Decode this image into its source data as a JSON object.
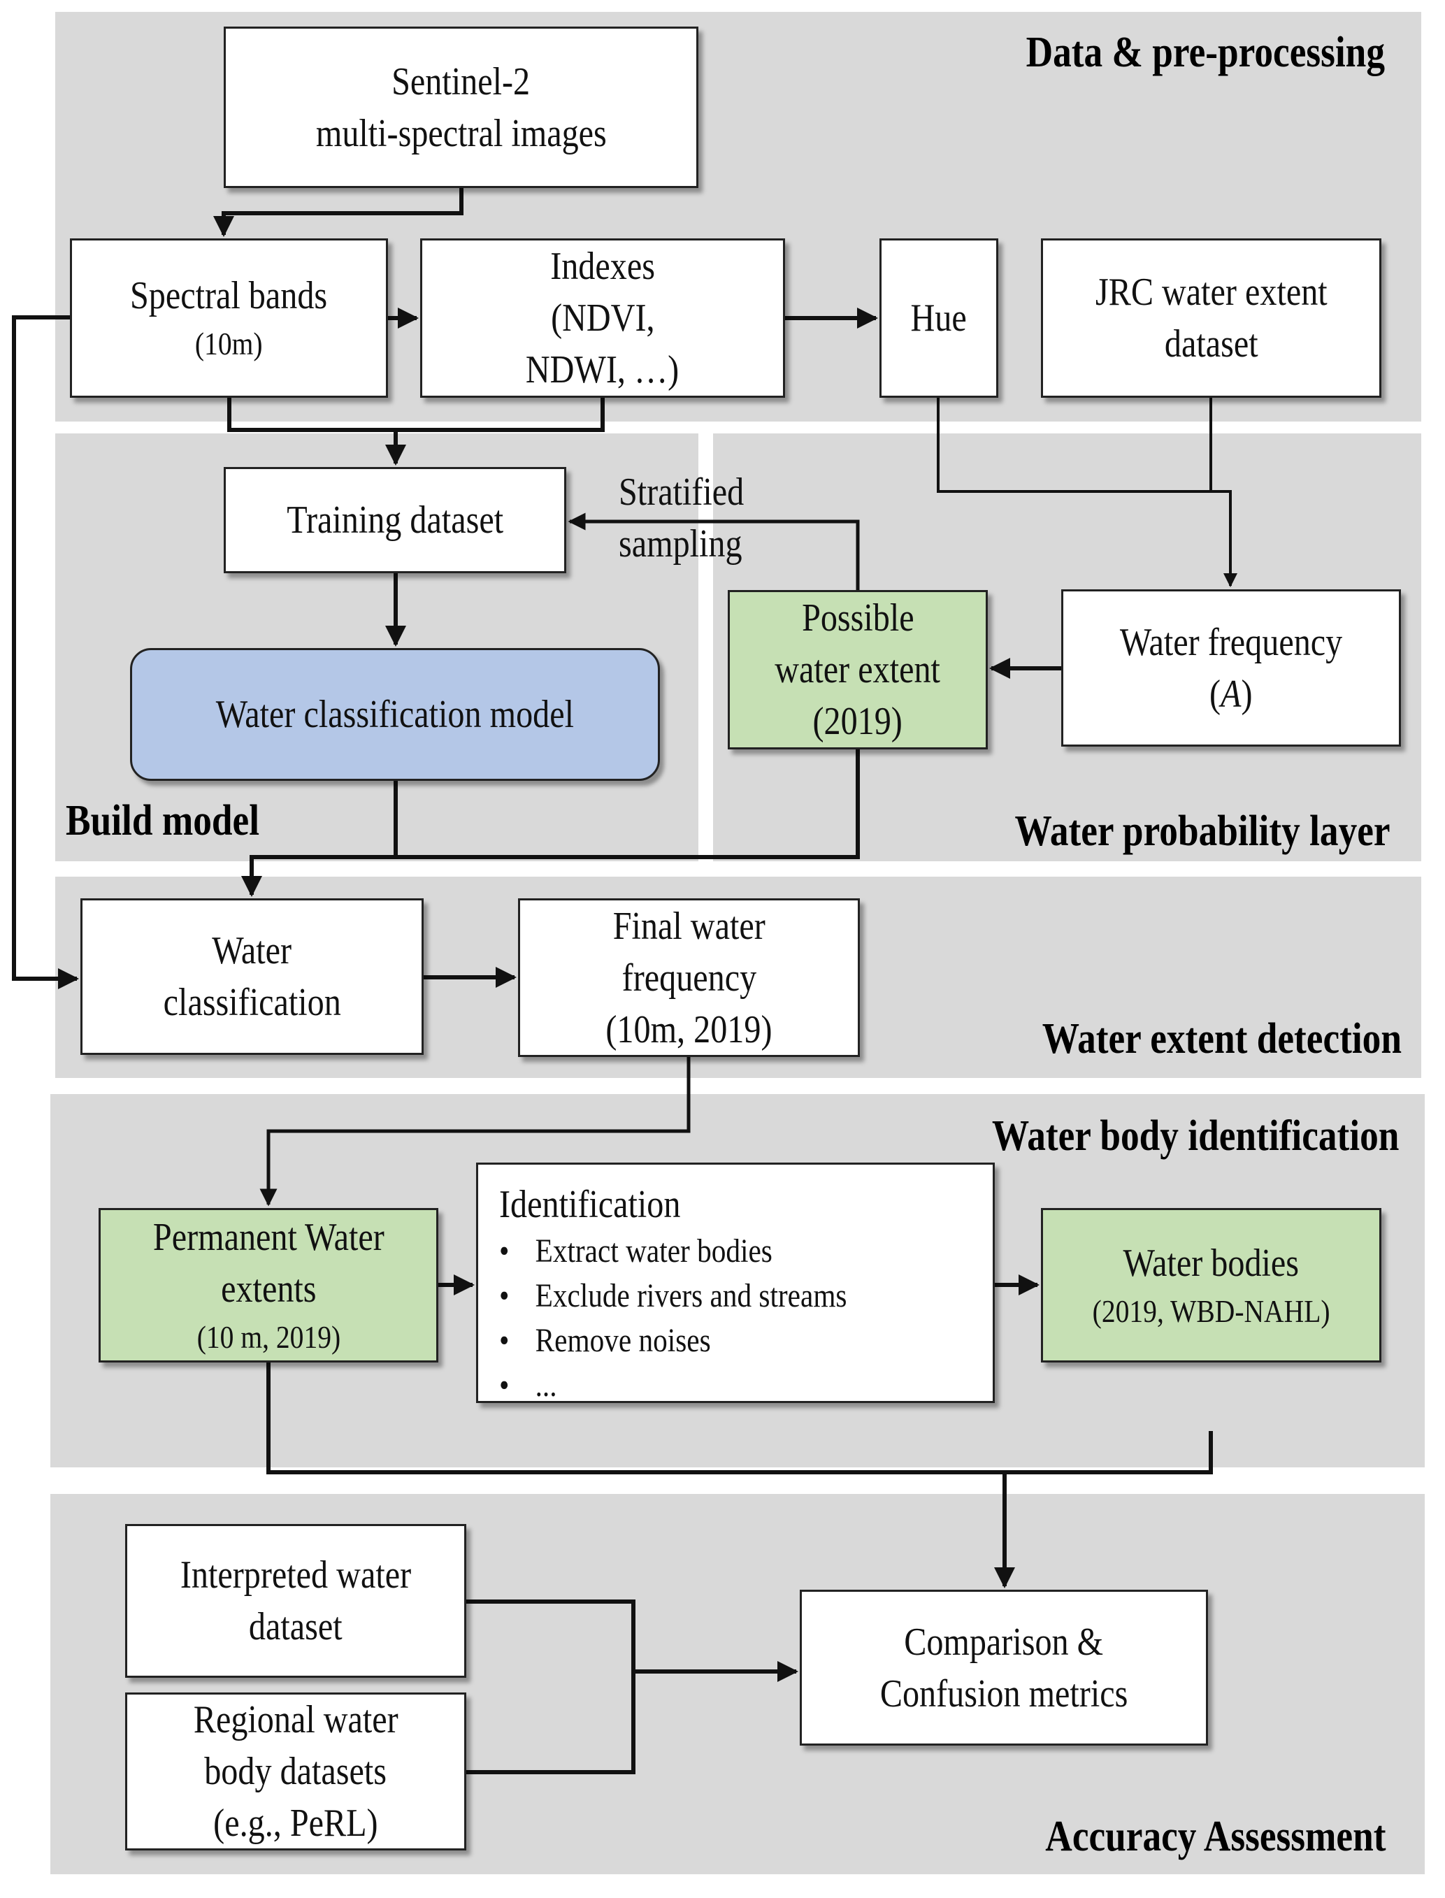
{
  "panels": {
    "data_preprocessing": "Data & pre-processing",
    "build_model": "Build model",
    "water_probability_layer": "Water probability layer",
    "water_extent_detection": "Water extent detection",
    "water_body_identification": "Water body identification",
    "accuracy_assessment": "Accuracy Assessment"
  },
  "nodes": {
    "sentinel": [
      "Sentinel-2",
      "multi-spectral images"
    ],
    "spectral_bands": [
      "Spectral bands",
      "(10m)"
    ],
    "indexes": [
      "Indexes",
      "(NDVI,",
      "NDWI, …)"
    ],
    "hue": [
      "Hue"
    ],
    "jrc": [
      "JRC water extent",
      "dataset"
    ],
    "training_dataset": [
      "Training dataset"
    ],
    "water_classification_model": [
      "Water classification model"
    ],
    "possible_water_extent": [
      "Possible",
      "water extent",
      "(2019)"
    ],
    "water_frequency": [
      "Water frequency",
      "(A)"
    ],
    "water_classification": [
      "Water",
      "classification"
    ],
    "final_water_frequency": [
      "Final water",
      "frequency",
      "(10m, 2019)"
    ],
    "permanent_water_extents": [
      "Permanent Water",
      "extents",
      "(10 m, 2019)"
    ],
    "identification": {
      "title": "Identification",
      "bullets": [
        "Extract water bodies",
        "Exclude rivers and streams",
        "Remove noises",
        "..."
      ]
    },
    "water_bodies": [
      "Water bodies",
      "(2019, WBD-NAHL)"
    ],
    "interpreted_water_dataset": [
      "Interpreted water",
      "dataset"
    ],
    "regional_water_body_datasets": [
      "Regional water",
      "body datasets",
      "(e.g., PeRL)"
    ],
    "comparison": [
      "Comparison &",
      "Confusion metrics"
    ]
  },
  "edge_labels": {
    "stratified_sampling": [
      "Stratified",
      "sampling"
    ]
  },
  "colors": {
    "panel_bg": "#d9d9d9",
    "green_node": "#c6e0b4",
    "blue_node": "#b4c7e7",
    "line": "#111111"
  }
}
